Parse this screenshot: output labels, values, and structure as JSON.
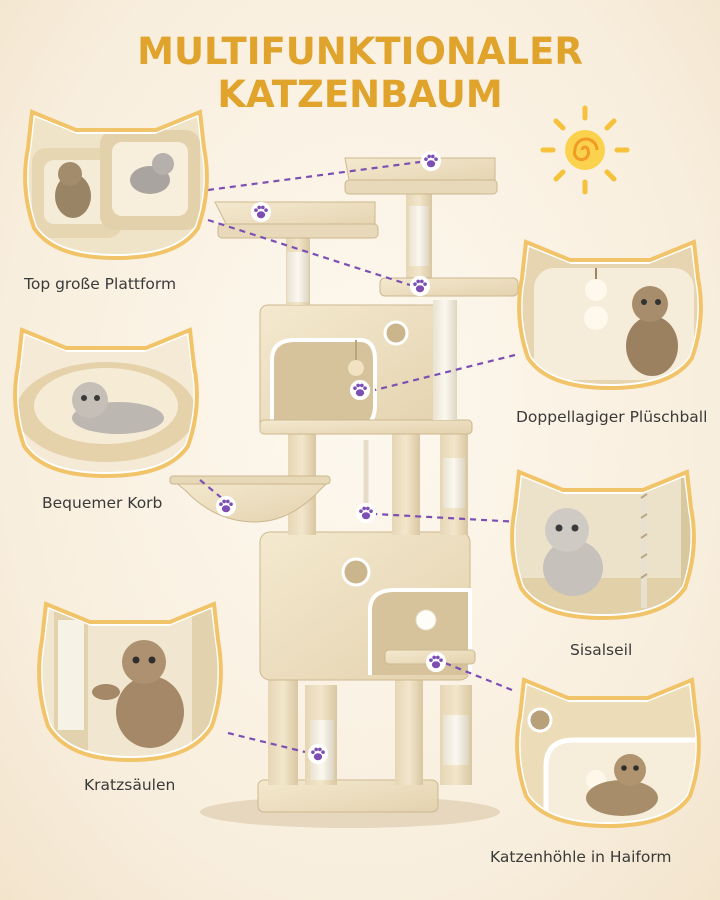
{
  "title": "MULTIFUNKTIONALER KATZENBAUM",
  "captions": {
    "top_platform": "Top große Plattform",
    "double_ball": "Doppellagiger Plüschball",
    "basket": "Bequemer Korb",
    "sisal_rope": "Sisalseil",
    "scratch_posts": "Kratzsäulen",
    "cave": "Katzenhöhle in Haiform"
  },
  "colors": {
    "title": "#e0a32c",
    "frame_border": "#f2c46a",
    "paw": "#7d4fb3",
    "plush": "#efe2c4",
    "sisal": "#f4efe3"
  },
  "icons": [
    "paw-icon",
    "sun-icon"
  ]
}
